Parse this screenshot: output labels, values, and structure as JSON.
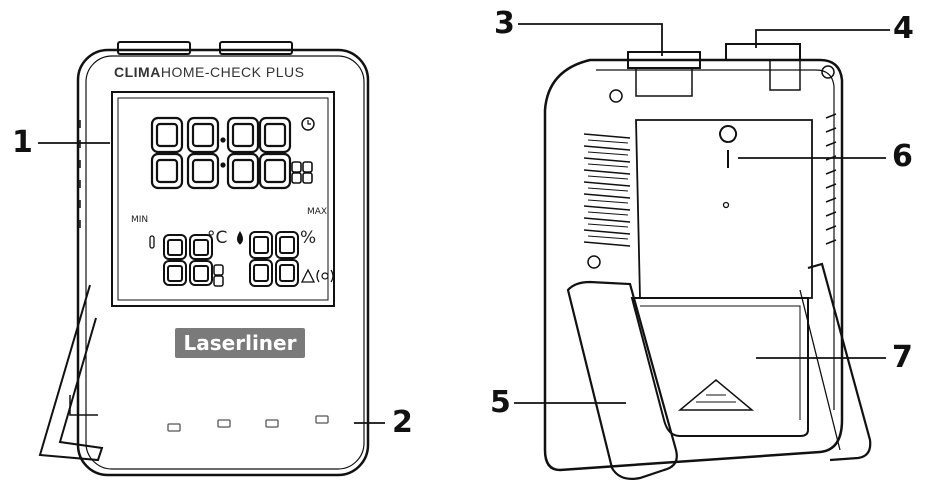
{
  "device": {
    "brand_bold": "CLIMA",
    "brand_rest": "HOME-CHECK PLUS",
    "logo_text": "Laserliner"
  },
  "display": {
    "min_label": "MIN",
    "max_label": "MAX",
    "temp_unit": "°C",
    "humidity_unit": "%"
  },
  "callouts": {
    "c1": "1",
    "c2": "2",
    "c3": "3",
    "c4": "4",
    "c5": "5",
    "c6": "6",
    "c7": "7"
  }
}
